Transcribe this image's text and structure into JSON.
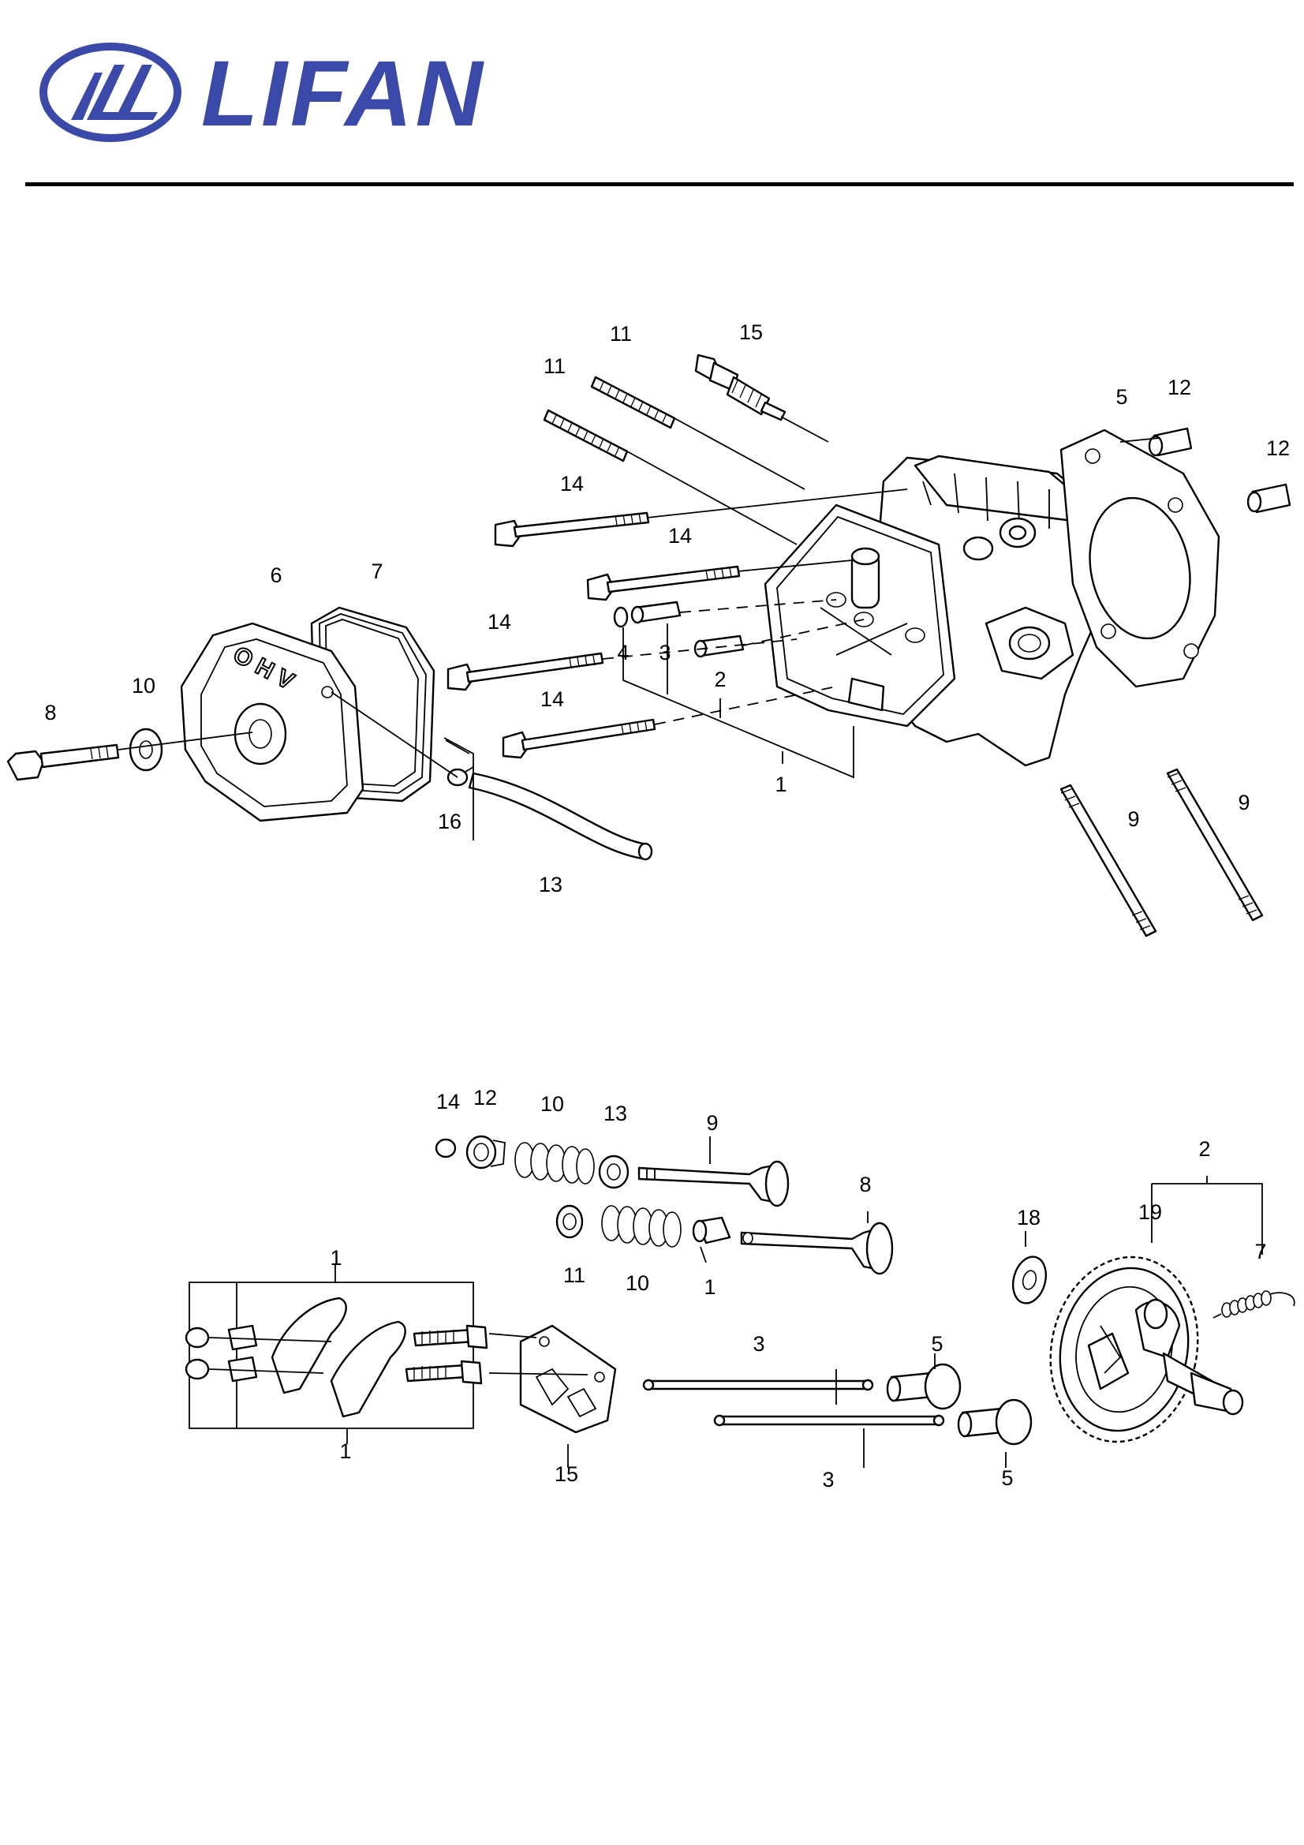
{
  "brand": {
    "name": "LIFAN",
    "color": "#3b4aa8"
  },
  "callouts_top": [
    "11",
    "15",
    "11",
    "5",
    "12",
    "12",
    "14",
    "14",
    "6",
    "7",
    "14",
    "4",
    "3",
    "2",
    "10",
    "8",
    "14",
    "1",
    "9",
    "9",
    "16",
    "13"
  ],
  "callouts_bottom": [
    "14",
    "12",
    "10",
    "13",
    "9",
    "2",
    "8",
    "18",
    "19",
    "7",
    "11",
    "10",
    "1",
    "1",
    "3",
    "5",
    "1",
    "15",
    "3",
    "5"
  ],
  "icons": {
    "logo": "lifan-logo-emblem",
    "top_assembly": "cylinder-head-assembly",
    "bottom_assembly": "valve-train-camshaft-assembly"
  }
}
